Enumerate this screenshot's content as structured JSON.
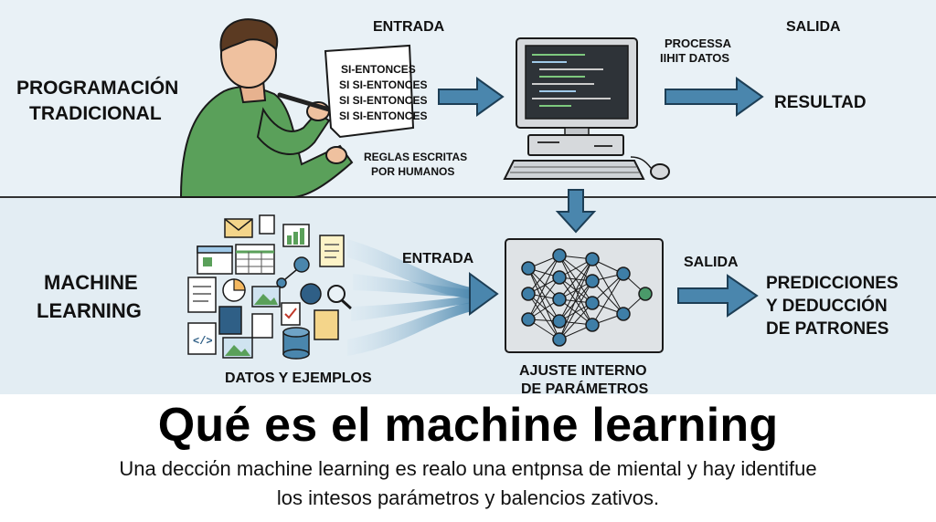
{
  "top": {
    "section_label_1": "PROGRAMACIÓN",
    "section_label_2": "TRADICIONAL",
    "input_label": "ENTRADA",
    "output_label": "SALIDA",
    "rules": [
      "SI-ENTONCES",
      "SI SI-ENTONCES",
      "SI SI-ENTONCES",
      "SI SI-ENTONCES"
    ],
    "rules_caption_1": "REGLAS ESCRITAS",
    "rules_caption_2": "POR HUMANOS",
    "process_label_1": "PROCESSA",
    "process_label_2": "IIHIT DATOS",
    "result": "RESULTAD"
  },
  "bottom": {
    "section_label_1": "MACHINE",
    "section_label_2": "LEARNING",
    "input_label": "ENTRADA",
    "output_label": "SALIDA",
    "data_caption": "DATOS Y EJEMPLOS",
    "model_caption_1": "AJUSTE INTERNO",
    "model_caption_2": "DE PARÁMETROS",
    "result_1": "PREDICCIONES",
    "result_2": "Y DEDUCCIÓN",
    "result_3": "DE PATRONES"
  },
  "caption": {
    "title": "Qué es el machine learning",
    "line_1": "Una decciόn machine learning es realo una entpnsa de miental y hay identifue",
    "line_2": "los intesos parámetros y balencios zativos."
  },
  "colors": {
    "top_bg": "#e9f1f6",
    "bottom_bg": "#e3edf3",
    "arrow": "#4a86ad",
    "arrow_dark": "#1d3e55",
    "shirt": "#5aa05a",
    "node": "#3e7ea7",
    "divider": "#333333"
  }
}
